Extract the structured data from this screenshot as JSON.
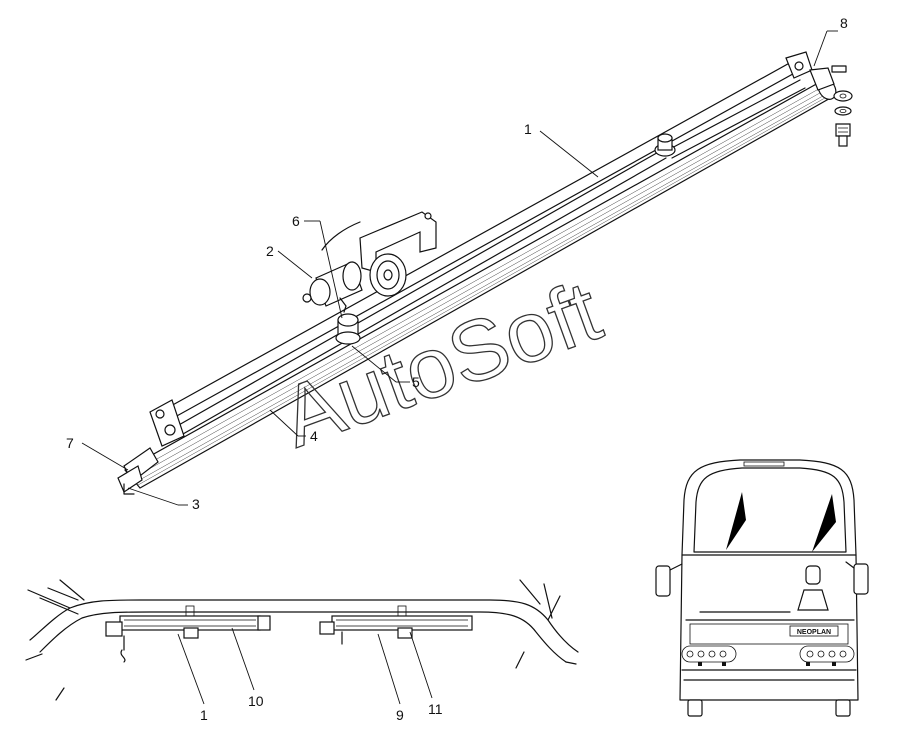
{
  "watermark": "AutoSoft",
  "callouts": {
    "c1": "1",
    "c2": "2",
    "c3": "3",
    "c4": "4",
    "c5": "5",
    "c6": "6",
    "c7": "7",
    "c8": "8",
    "c1b": "1",
    "c9": "9",
    "c10": "10",
    "c11": "11"
  },
  "coach_badge": "NEOPLAN"
}
